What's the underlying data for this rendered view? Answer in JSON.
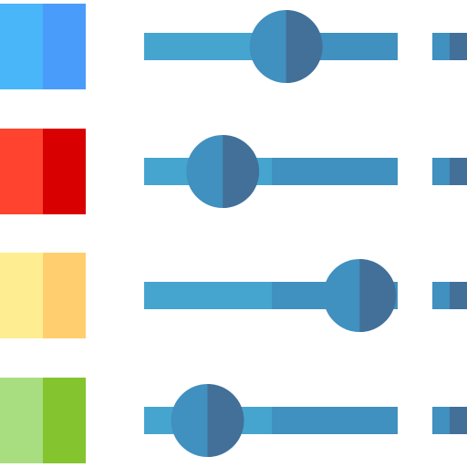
{
  "colors": {
    "track_left": "#46A5CF",
    "track_right": "#4090C0",
    "knob_left": "#4090C0",
    "knob_right": "#427099",
    "indicator_left": "#4090C0",
    "indicator_right": "#427099"
  },
  "rows": [
    {
      "swatch": {
        "name": "blue",
        "left": "#49B6F9",
        "right": "#4A9CFB"
      },
      "slider": {
        "value": 0.56
      }
    },
    {
      "swatch": {
        "name": "red",
        "left": "#FF432F",
        "right": "#D80000"
      },
      "slider": {
        "value": 0.31
      }
    },
    {
      "swatch": {
        "name": "yellow",
        "left": "#FFEE91",
        "right": "#FFCF6F"
      },
      "slider": {
        "value": 0.85
      }
    },
    {
      "swatch": {
        "name": "green",
        "left": "#A8DE7F",
        "right": "#84C42E"
      },
      "slider": {
        "value": 0.25
      }
    }
  ]
}
